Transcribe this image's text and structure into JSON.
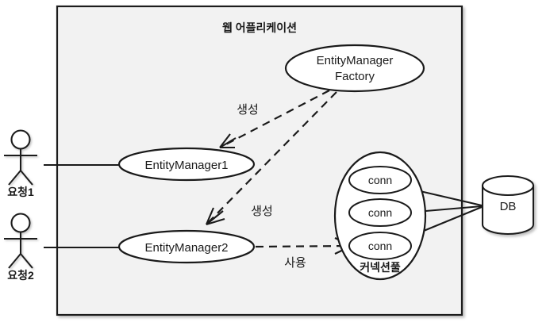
{
  "diagram": {
    "title": "웹 어플리케이션",
    "container": {
      "label": "웹 어플리케이션",
      "fill": "#f2f2f2",
      "stroke": "#1a1a1a"
    },
    "actors": [
      {
        "id": "actor-1",
        "label": "요청1"
      },
      {
        "id": "actor-2",
        "label": "요청2"
      }
    ],
    "nodes": [
      {
        "id": "entity-manager-factory",
        "label": "EntityManagerFactory",
        "line1": "EntityManager",
        "line2": "Factory",
        "shape": "ellipse"
      },
      {
        "id": "entity-manager-1",
        "label": "EntityManager1",
        "shape": "ellipse"
      },
      {
        "id": "entity-manager-2",
        "label": "EntityManager2",
        "shape": "ellipse"
      },
      {
        "id": "connection-pool",
        "label": "커넥션풀",
        "shape": "ellipse"
      },
      {
        "id": "database",
        "label": "DB",
        "shape": "cylinder"
      }
    ],
    "connections": [
      {
        "id": "conn-1",
        "label": "conn"
      },
      {
        "id": "conn-2",
        "label": "conn"
      },
      {
        "id": "conn-3",
        "label": "conn"
      }
    ],
    "edges": [
      {
        "id": "edge-emf-to-em1",
        "label": "생성",
        "style": "dashed",
        "from": "entity-manager-factory",
        "to": "entity-manager-1"
      },
      {
        "id": "edge-emf-to-em2",
        "label": "생성",
        "style": "dashed",
        "from": "entity-manager-factory",
        "to": "entity-manager-2"
      },
      {
        "id": "edge-em2-to-pool",
        "label": "사용",
        "style": "dashed",
        "from": "entity-manager-2",
        "to": "connection-pool"
      },
      {
        "id": "edge-actor1-to-em1",
        "label": "",
        "style": "solid",
        "from": "actor-1",
        "to": "entity-manager-1"
      },
      {
        "id": "edge-actor2-to-em2",
        "label": "",
        "style": "solid",
        "from": "actor-2",
        "to": "entity-manager-2"
      },
      {
        "id": "edge-conn1-to-db",
        "label": "",
        "style": "solid",
        "from": "conn-1",
        "to": "database"
      },
      {
        "id": "edge-conn2-to-db",
        "label": "",
        "style": "solid",
        "from": "conn-2",
        "to": "database"
      },
      {
        "id": "edge-conn3-to-db",
        "label": "",
        "style": "solid",
        "from": "conn-3",
        "to": "database"
      }
    ],
    "colors": {
      "stroke": "#1a1a1a",
      "container_fill": "#f2f2f2",
      "shape_fill": "#ffffff",
      "page_background": "#ffffff"
    }
  }
}
